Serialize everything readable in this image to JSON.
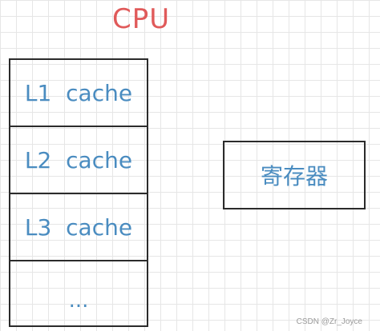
{
  "cpu_label": "CPU",
  "cache_levels": [
    "L1  cache",
    "L2  cache",
    "L3  cache",
    "..."
  ],
  "register_label": "寄存器",
  "watermark": "CSDN @Zr_Joyce",
  "colors": {
    "cpu_label": "#e05a5a",
    "cell_text": "#4a8cc0",
    "border": "#2b2b2b",
    "grid": "#e6e6e6"
  }
}
